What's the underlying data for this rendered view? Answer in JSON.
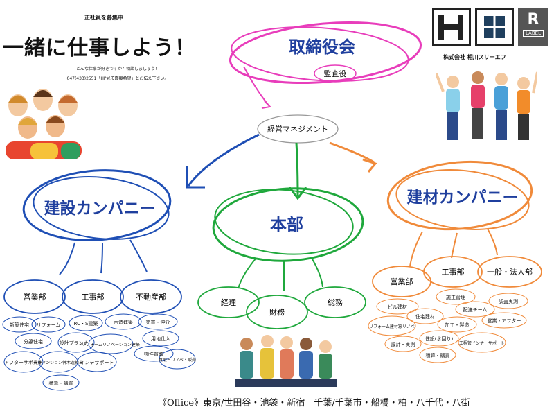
{
  "recruit": {
    "heading": "正社員を募集中",
    "title": "一緒に仕事しよう！",
    "subtitle": "どんな仕事が好きですか？相談しましょう！",
    "contact": "047(433)2551「HP見て面接希望」とお伝え下さい。"
  },
  "company": {
    "name": "株式会社 相川スリーエフ",
    "logo_text": "LABEL",
    "logo_letter": "R"
  },
  "org": {
    "board": "取締役会",
    "auditor": "監査役",
    "management": "経営マネジメント",
    "construction": {
      "title": "建設カンパニー",
      "departments": [
        {
          "name": "営業部",
          "items": [
            "新築住宅",
            "分譲住宅",
            "アフターサポート",
            "賃貸マンション併木造担当",
            "積算・購買"
          ]
        },
        {
          "name": "工事部",
          "items": [
            "リフォーム",
            "RC・S建築",
            "設計プランナー",
            "木造建築",
            "リフォームリノベーション建築",
            "インテサポート"
          ]
        },
        {
          "name": "不動産部",
          "items": [
            "売買・仲介",
            "用地仕入",
            "物件買取",
            "買取・リノベ・販売"
          ]
        }
      ]
    },
    "headquarters": {
      "title": "本部",
      "departments": [
        "経理",
        "財務",
        "総務"
      ]
    },
    "materials": {
      "title": "建材カンパニー",
      "departments": [
        {
          "name": "営業部",
          "items": [
            "ビル建材",
            "リフォーム建材窓リノベ",
            "設計・実測"
          ]
        },
        {
          "name": "工事部",
          "items": [
            "施工管理",
            "住宅建材",
            "配送チーム",
            "加工・製造",
            "住設(水回り)",
            "積算・購買"
          ]
        },
        {
          "name": "一般・法人部",
          "items": [
            "調査実測",
            "営業・アフター",
            "工程管インナーサポート"
          ]
        }
      ]
    }
  },
  "footer": "《Office》東京/世田谷・池袋・新宿　千葉/千葉市・船橋・柏・八千代・八街",
  "colors": {
    "board": "#e83dbb",
    "construction": "#1f4fb5",
    "headquarters": "#1fa83c",
    "materials": "#f08a3a",
    "board_text": "#1f3f9e"
  }
}
